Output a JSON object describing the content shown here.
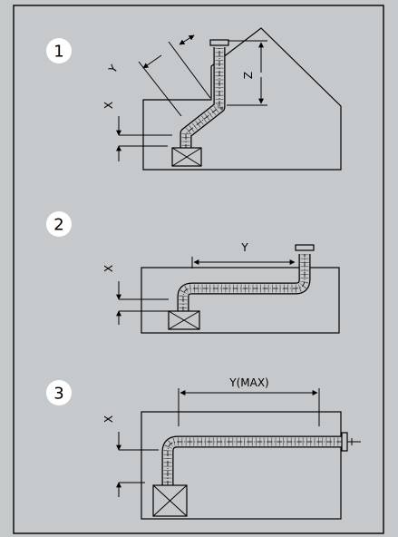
{
  "panels": [
    {
      "number": "1",
      "labels": {
        "x": "X",
        "y": "Y",
        "z": "Z"
      }
    },
    {
      "number": "2",
      "labels": {
        "x": "X",
        "y": "Y"
      }
    },
    {
      "number": "3",
      "labels": {
        "x": "X",
        "y": "Y(MAX)"
      }
    }
  ],
  "colors": {
    "background": "#c6c9cc",
    "frame": "#000000",
    "badge": "#ffffff"
  }
}
